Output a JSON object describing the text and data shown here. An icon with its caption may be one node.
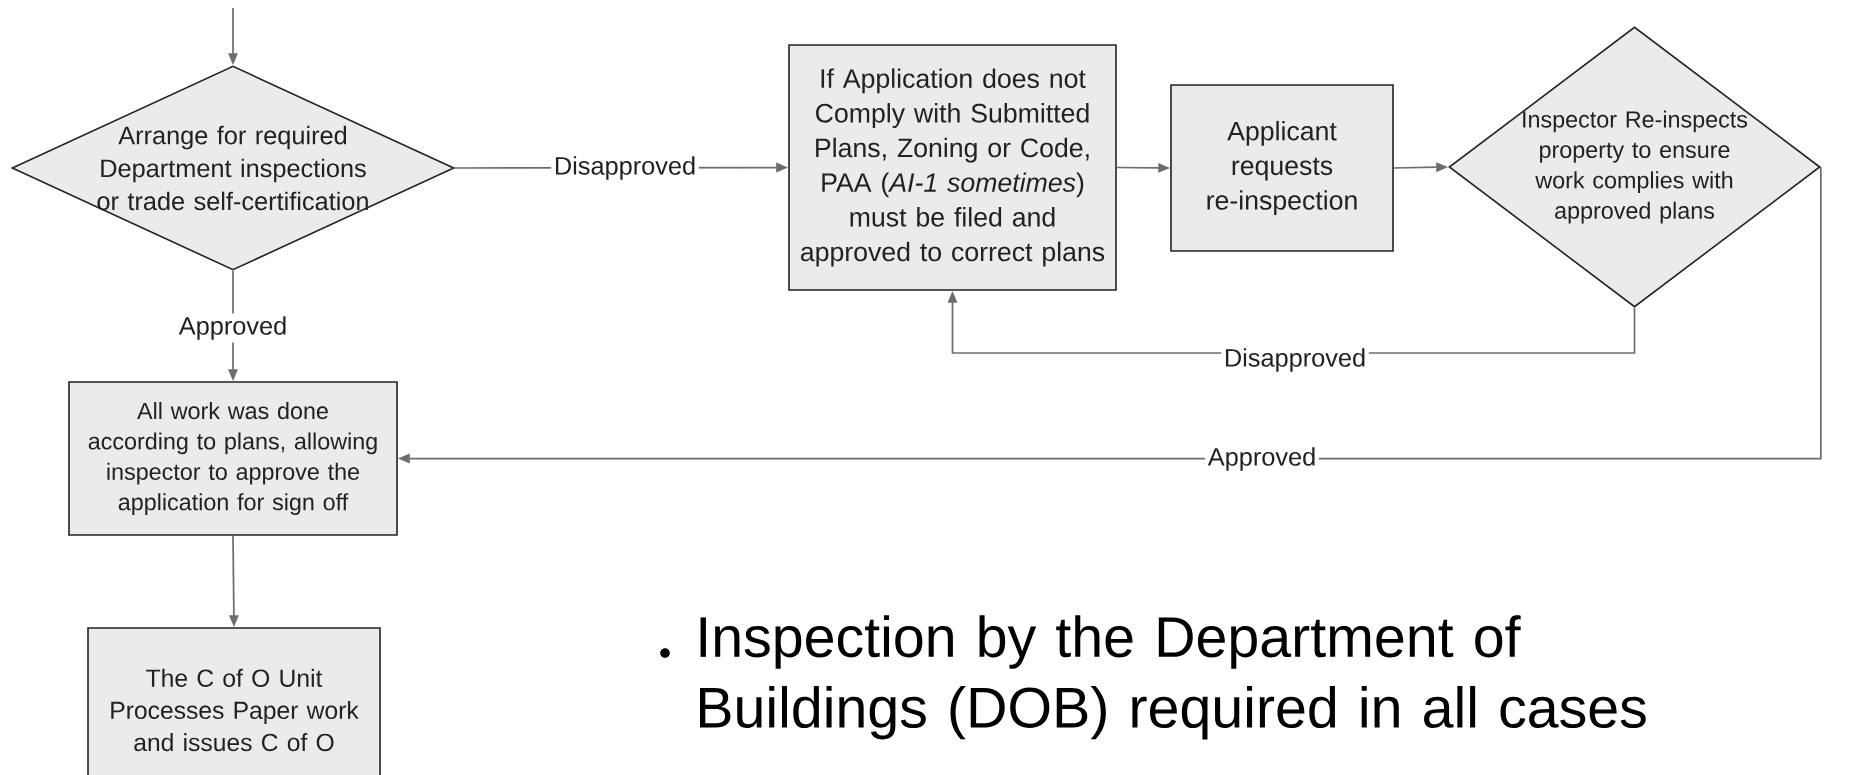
{
  "diagram": {
    "nodes": [
      {
        "text": [
          "Arrange for required Department inspections or trade self-certification"
        ]
      },
      {
        "text": [
          "If Application does not Comply with Submitted Plans, Zoning or Code, PAA (*AI-1 sometimes*) must be filed and approved to correct plans"
        ]
      },
      {
        "text": [
          "Applicant requests re-inspection"
        ]
      },
      {
        "text": [
          "Inspector Re-inspects property to ensure work complies with approved plans"
        ]
      },
      {
        "text": [
          "All work was done according to plans, allowing inspector to approve the application for sign off"
        ]
      },
      {
        "text": [
          "The C of O Unit Processes Paper work and issues C of O"
        ]
      }
    ],
    "edges": [
      {
        "from": null,
        "to": 0,
        "arrow": "to"
      },
      {
        "from": 0,
        "to": 1,
        "arrow": "to",
        "label": "Disapproved"
      },
      {
        "from": 1,
        "to": 2,
        "arrow": "to"
      },
      {
        "from": 2,
        "to": 3,
        "arrow": "to"
      },
      {
        "from": 3,
        "to": 1,
        "arrow": "to",
        "label": "Disapproved"
      },
      {
        "from": 3,
        "to": 4,
        "arrow": "to",
        "label": "Approved"
      },
      {
        "from": 0,
        "to": 4,
        "arrow": "to",
        "label": "Approved"
      },
      {
        "from": 4,
        "to": 5,
        "arrow": "to"
      }
    ],
    "labels": [
      "Inspection by the Department of Buildings (DOB) required in all cases"
    ]
  }
}
